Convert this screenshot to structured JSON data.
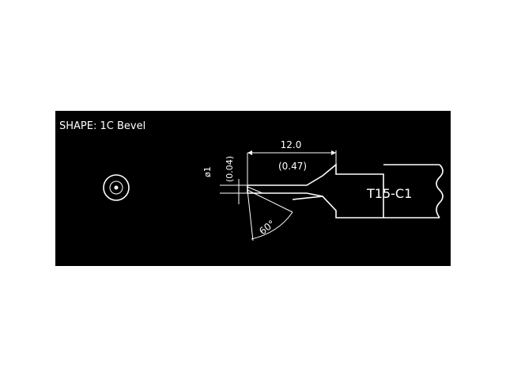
{
  "diagram": {
    "title": "SHAPE: 1C Bevel",
    "length_mm": "12.0",
    "length_in": "(0.47)",
    "diameter_mm": "ø1",
    "diameter_in": "(0.04)",
    "bevel_angle": "60°",
    "model_label": "T15-C1"
  }
}
